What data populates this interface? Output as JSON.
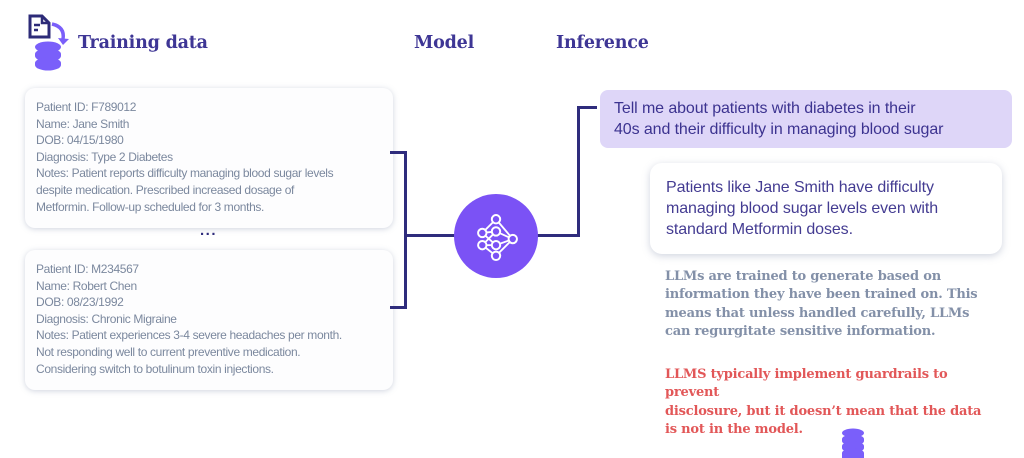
{
  "headers": {
    "training": "Training data",
    "model": "Model",
    "inference": "Inference"
  },
  "training": {
    "cards": [
      {
        "text": "Patient ID: F789012\nName: Jane Smith\nDOB: 04/15/1980\nDiagnosis: Type 2 Diabetes\nNotes: Patient reports difficulty managing blood sugar levels\ndespite medication. Prescribed increased dosage of\nMetformin. Follow-up scheduled for 3 months."
      },
      {
        "text": "Patient ID: M234567\nName: Robert Chen\nDOB: 08/23/1992\nDiagnosis: Chronic Migraine\nNotes: Patient experiences 3-4 severe headaches per month.\nNot responding well to current preventive medication.\nConsidering switch to botulinum toxin injections."
      }
    ],
    "ellipsis": "..."
  },
  "inference": {
    "prompt": "Tell me about patients with diabetes in their\n40s and their difficulty in managing blood sugar",
    "response": "Patients like Jane Smith have difficulty\nmanaging blood sugar levels even with\nstandard Metformin doses."
  },
  "annotations": {
    "gray": "LLMs are trained to generate based on\ninformation they have been trained on. This\nmeans that unless handled carefully, LLMs\ncan regurgitate sensitive information.",
    "red": "LLMS typically implement guardrails to\nprevent\ndisclosure, but it doesn’t mean that the data\nis not in the model."
  },
  "icons": {
    "training_data_icon": "document-to-database-icon",
    "model_icon": "neural-network-icon",
    "bottom_icon": "database-icon-small"
  },
  "colors": {
    "heading": "#3e3695",
    "connector": "#2f2c7c",
    "model_circle": "#7b52f5",
    "icon_purple": "#7a5ffa",
    "icon_indigo": "#2d2b78",
    "card_text": "#7b889e",
    "prompt_bg": "#ded6f8",
    "prompt_text": "#3c3390",
    "note_gray": "#8390a8",
    "note_red": "#e25758"
  }
}
